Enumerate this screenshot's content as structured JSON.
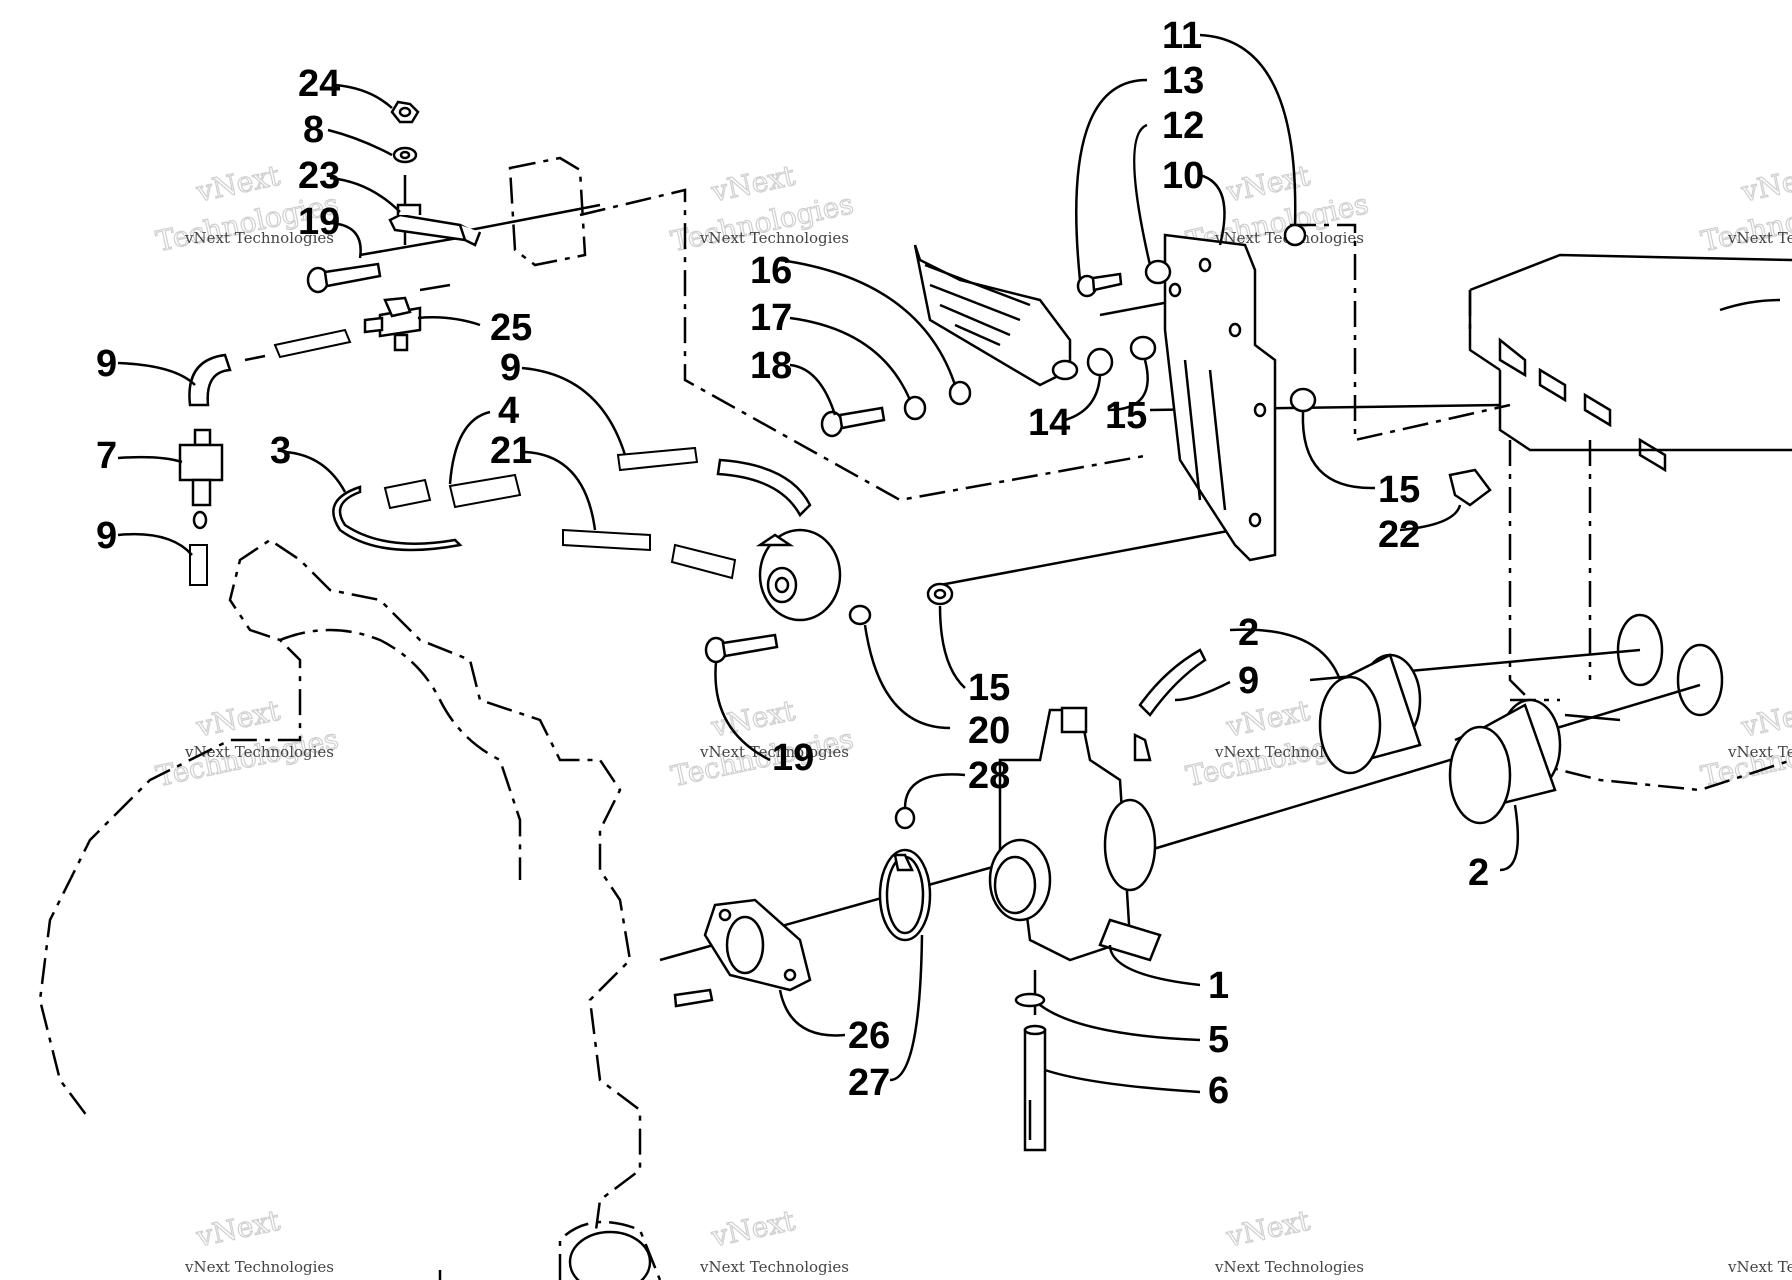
{
  "watermark": {
    "small": "vNext Technologies",
    "big_line1": "vNext",
    "big_line2": "Technologies"
  },
  "callouts": [
    "24",
    "8",
    "23",
    "19",
    "25",
    "9",
    "7",
    "9",
    "3",
    "4",
    "21",
    "9",
    "11",
    "13",
    "12",
    "10",
    "16",
    "17",
    "18",
    "14",
    "15",
    "15",
    "22",
    "15",
    "20",
    "19",
    "2",
    "9",
    "28",
    "2",
    "1",
    "26",
    "5",
    "27",
    "6"
  ]
}
